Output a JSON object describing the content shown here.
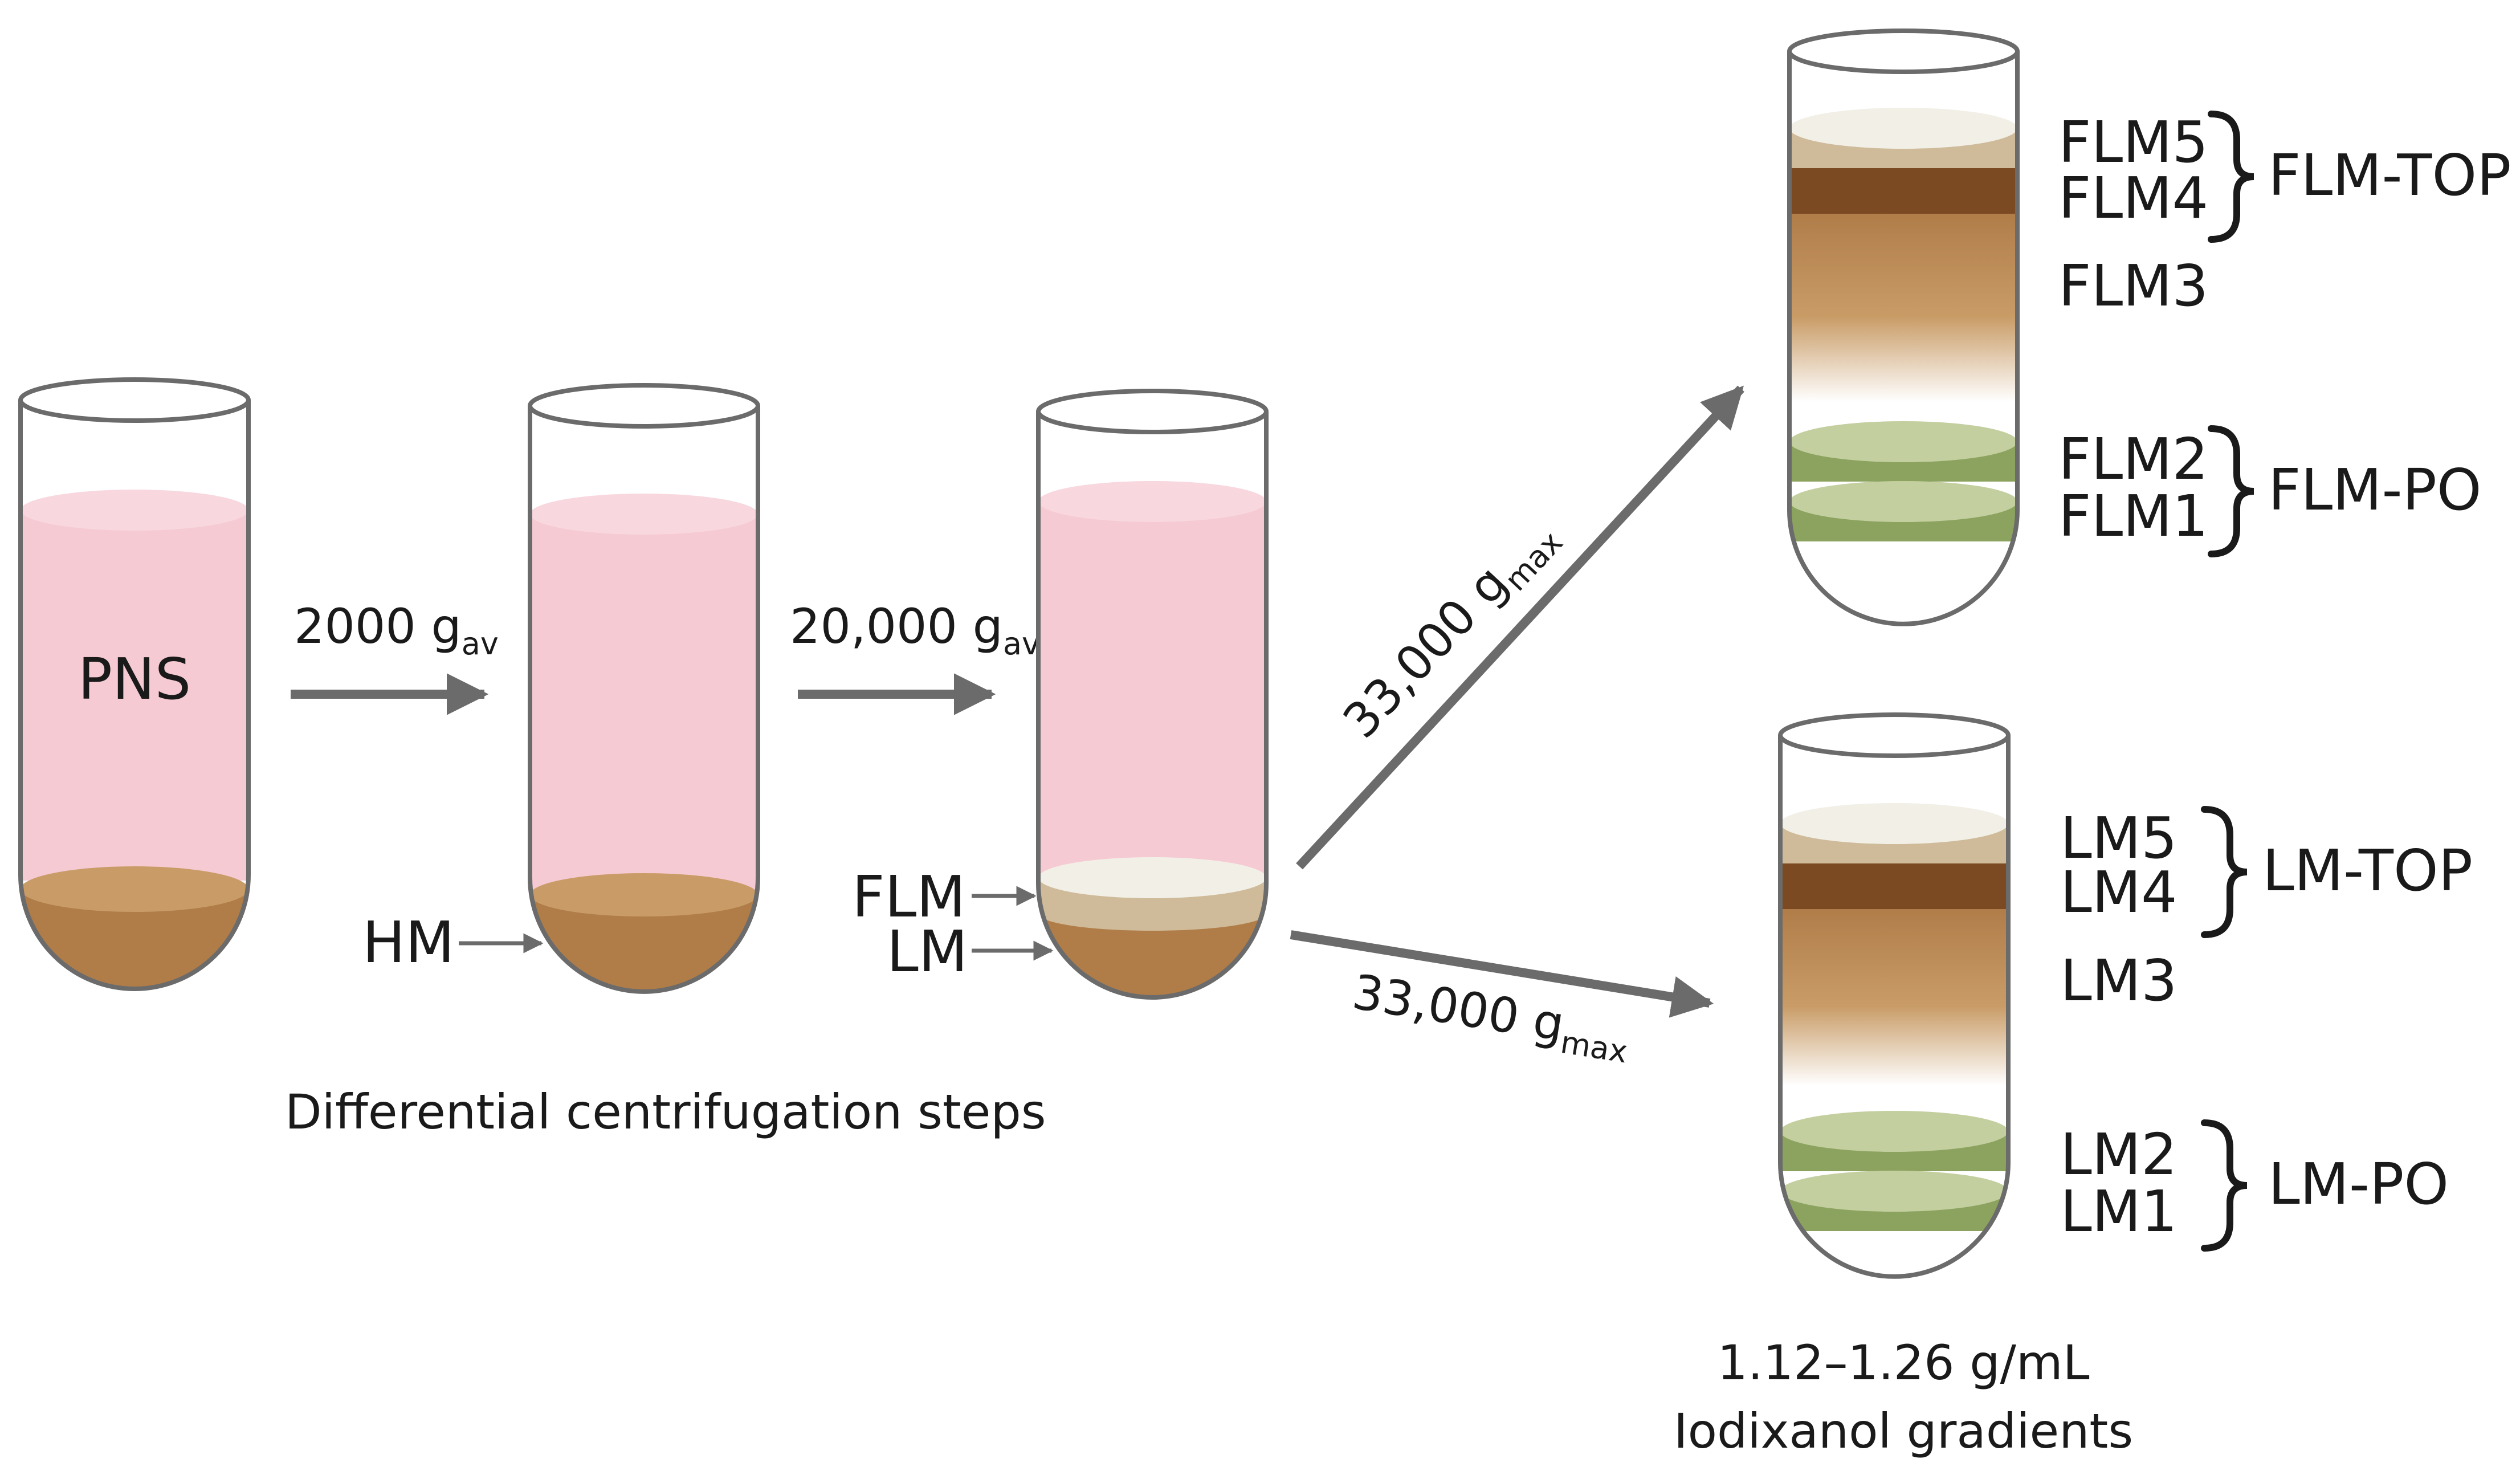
{
  "colors": {
    "tube_outline": "#6b6b6b",
    "medium_pink": "#f5cad3",
    "medium_pink_top": "#f8d7de",
    "pellet_brown": "#b07d49",
    "pellet_brown_top": "#c99c67",
    "band_cream": "#f1efe6",
    "band_beige": "#cfbb9a",
    "band_dark_brown": "#7b4a22",
    "band_brown": "#b07d49",
    "band_green": "#8ca35f",
    "band_green_light": "#c3cf9f",
    "arrow_gray": "#6b6b6b"
  },
  "tubes": {
    "pns": {
      "label": "PNS"
    },
    "hm": {
      "label": "HM"
    },
    "fractions": {
      "flm": "FLM",
      "lm": "LM"
    }
  },
  "steps": {
    "step1": {
      "value": "2000 g",
      "sub": "av"
    },
    "step2": {
      "value": "20,000 g",
      "sub": "av"
    },
    "step3_flm": {
      "value": "33,000 g",
      "sub": "max"
    },
    "step3_lm": {
      "value": "33,000 g",
      "sub": "max"
    }
  },
  "caption_differential": "Differential centrifugation steps",
  "flm_gradient": {
    "fractions": [
      "FLM5",
      "FLM4",
      "FLM3",
      "FLM2",
      "FLM1"
    ],
    "group_top": "FLM-TOP",
    "group_po": "FLM-PO"
  },
  "lm_gradient": {
    "fractions": [
      "LM5",
      "LM4",
      "LM3",
      "LM2",
      "LM1"
    ],
    "group_top": "LM-TOP",
    "group_po": "LM-PO"
  },
  "gradient_caption": {
    "line1": "1.12–1.26 g/mL",
    "line2": "Iodixanol gradients"
  }
}
